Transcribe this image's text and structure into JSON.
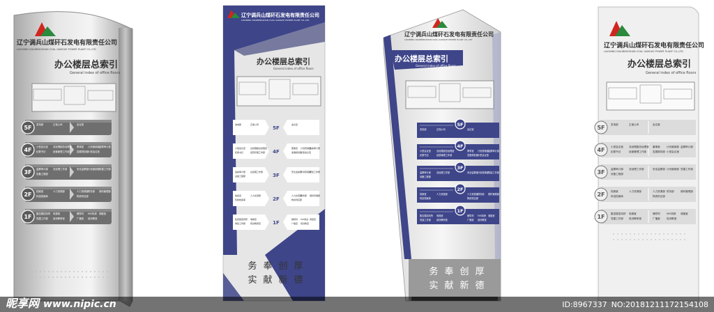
{
  "company_cn": "辽宁调兵山煤矸石发电有限责任公司",
  "company_en": "LIAONING DIAOBINGSHAN COAL GANGUE POWER PLANT CO.,LTD",
  "title_cn": "办公楼层总索引",
  "title_en": "General index of office floors",
  "floors": [
    {
      "label": "5F",
      "left": [
        "发电部",
        "正保公司"
      ],
      "right": [
        "会议室"
      ]
    },
    {
      "label": "4F",
      "left": [
        "小型会议室",
        "总经理副总经理室",
        "纪委书记",
        "经营管理工作部"
      ],
      "right": [
        "董事室",
        "计划营销部",
        "监察审计部",
        "发展规划部",
        "小型会议室"
      ]
    },
    {
      "label": "3F",
      "left": [
        "监察审计部",
        "总经理工作部",
        "设备工程部"
      ],
      "right": [
        "安全监察部",
        "计划营销部",
        "党建工作部"
      ]
    },
    {
      "label": "2F",
      "left": [
        "档案室",
        "人力资源部",
        "科技档案库"
      ],
      "right": [
        "人力资源部",
        "财务部",
        "燃料管理部",
        "物资供应部"
      ]
    },
    {
      "label": "1F",
      "left": [
        "集控楼招待所",
        "电梯室",
        "党建工作部",
        "培训教研室"
      ],
      "right": [
        "辅导材",
        "MIS机房",
        "调度室",
        "广播室",
        "培训教室"
      ]
    }
  ],
  "motto": [
    "务",
    "奉",
    "创",
    "厚",
    "实",
    "献",
    "新",
    "德"
  ],
  "watermark": {
    "site_cn": "昵享网",
    "site_url": "www.nipic.cn",
    "id_text": "ID:8967337",
    "no_text": "NO:20181211172154108"
  },
  "colors": {
    "navy": "#3e4589",
    "navy_dark": "#2d326e",
    "grey_panel": "#9a9a9a",
    "grey_light": "#e9e9e9",
    "logo_red": "#d0261f",
    "logo_green": "#2a8a3d"
  }
}
